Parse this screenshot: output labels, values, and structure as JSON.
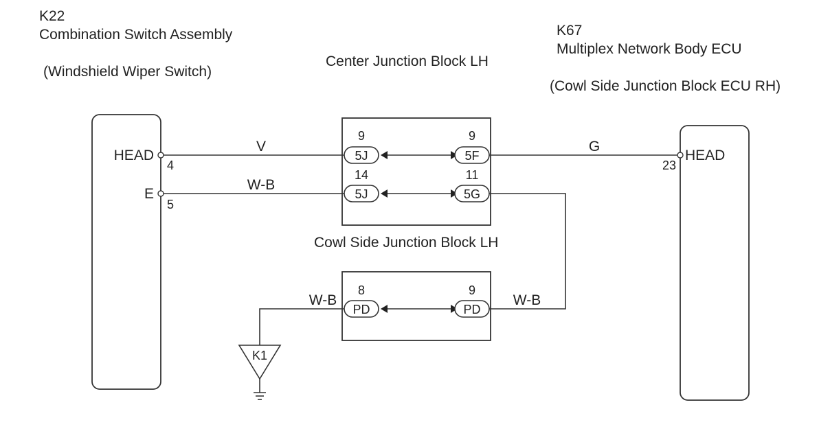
{
  "components": {
    "k22": {
      "code": "K22",
      "name": "Combination Switch Assembly",
      "sub": "(Windshield Wiper Switch)",
      "terminals": [
        {
          "label": "HEAD",
          "pin": "4"
        },
        {
          "label": "E",
          "pin": "5"
        }
      ]
    },
    "k67": {
      "code": "K67",
      "name": "Multiplex Network Body ECU",
      "sub": "(Cowl Side Junction Block ECU RH)",
      "terminals": [
        {
          "label": "HEAD",
          "pin": "23"
        }
      ]
    },
    "center_jb": {
      "title": "Center Junction Block LH",
      "connectors": [
        {
          "pin": "9",
          "code": "5J"
        },
        {
          "pin": "9",
          "code": "5F"
        },
        {
          "pin": "14",
          "code": "5J"
        },
        {
          "pin": "11",
          "code": "5G"
        }
      ]
    },
    "cowl_jb": {
      "title": "Cowl Side Junction Block LH",
      "connectors": [
        {
          "pin": "8",
          "code": "PD"
        },
        {
          "pin": "9",
          "code": "PD"
        }
      ]
    },
    "ground": {
      "label": "K1"
    }
  },
  "wires": {
    "head_left": "V",
    "head_right": "G",
    "e_left": "W-B",
    "pd_left": "W-B",
    "pd_right": "W-B"
  }
}
